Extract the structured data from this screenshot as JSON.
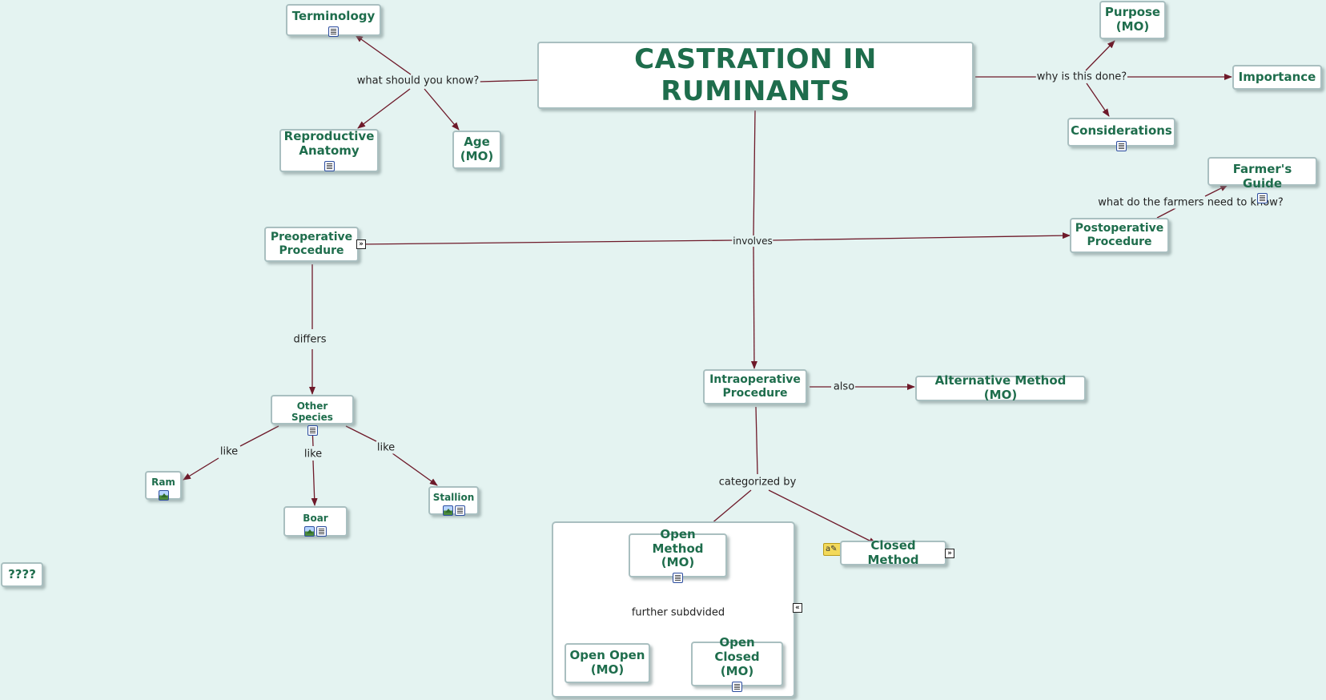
{
  "nodes": {
    "main": "CASTRATION IN RUMINANTS",
    "terminology": "Terminology",
    "reproductive_anatomy": "Reproductive\nAnatomy",
    "age": "Age\n(MO)",
    "purpose": "Purpose\n(MO)",
    "importance": "Importance",
    "considerations": "Considerations",
    "farmers_guide": "Farmer's Guide",
    "postoperative": "Postoperative\nProcedure",
    "preoperative": "Preoperative\nProcedure",
    "other_species": "Other Species",
    "ram": "Ram",
    "boar": "Boar",
    "stallion": "Stallion",
    "intraoperative": "Intraoperative\nProcedure",
    "alternative_method": "Alternative Method (MO)",
    "open_method": "Open Method\n(MO)",
    "closed_method": "Closed Method",
    "open_open": "Open Open\n(MO)",
    "open_closed": "Open Closed\n(MO)",
    "unknown": "????"
  },
  "links": {
    "what_should_you_know": "what should you know?",
    "why_is_this_done": "why is this done?",
    "what_do_farmers_need": "what do the farmers need to know?",
    "involves": "involves",
    "differs": "differs",
    "like_1": "like",
    "like_2": "like",
    "like_3": "like",
    "also": "also",
    "categorized_by": "categorized by",
    "further_subdivided": "further subdvided"
  },
  "colors": {
    "background": "#e4f3f1",
    "node_text": "#1e6d4c",
    "link_line": "#6e1a2a",
    "node_border": "#a9bfc0"
  },
  "icons": {
    "resource_document": "document-icon",
    "resource_image": "image-icon",
    "expand": "expand-icon",
    "collapse": "collapse-icon",
    "annotation": "annotation-icon"
  }
}
